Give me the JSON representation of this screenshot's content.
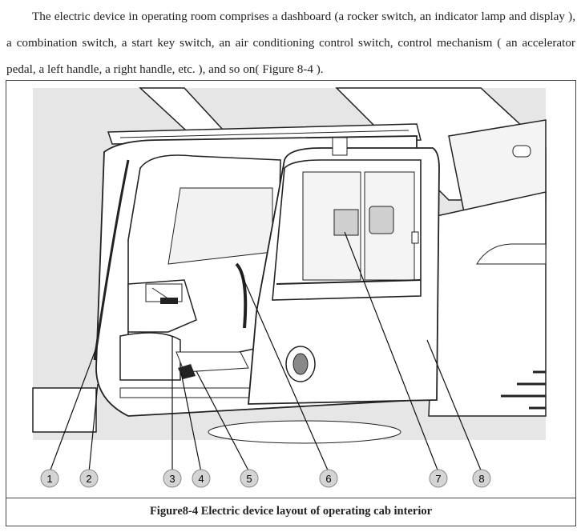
{
  "text": {
    "paragraph": "The electric device in operating room comprises a dashboard (a rocker switch, an indicator lamp and display ), a combination switch, a start key switch, an air conditioning control switch, control mechanism ( an accelerator pedal, a left handle, a right handle, etc. ), and so on( Figure 8-4 )."
  },
  "figure": {
    "caption": "Figure8-4 Electric device layout of operating cab interior",
    "callouts": [
      "1",
      "2",
      "3",
      "4",
      "5",
      "6",
      "7",
      "8"
    ]
  }
}
